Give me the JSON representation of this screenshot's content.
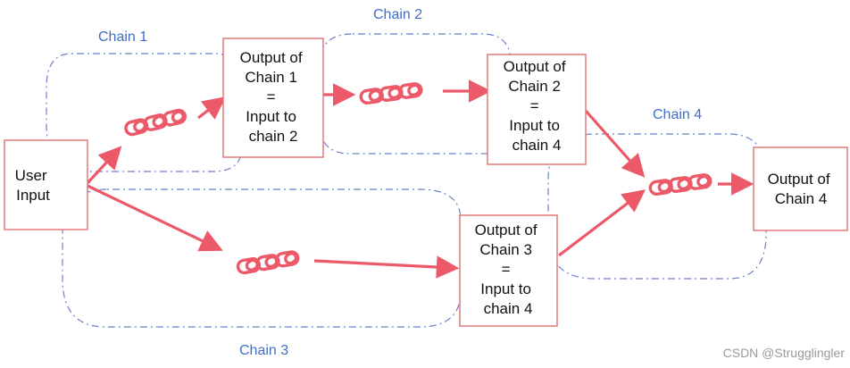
{
  "chain_labels": {
    "chain1": "Chain 1",
    "chain2": "Chain 2",
    "chain3": "Chain 3",
    "chain4": "Chain 4"
  },
  "boxes": {
    "user_input": [
      "User",
      "Input"
    ],
    "output1": [
      "Output of",
      "Chain 1",
      "=",
      "Input to",
      "chain 2"
    ],
    "output2": [
      "Output of",
      "Chain 2",
      "=",
      "Input to",
      "chain 4"
    ],
    "output3": [
      "Output of",
      "Chain 3",
      "=",
      "Input to",
      "chain 4"
    ],
    "output4": [
      "Output of",
      "Chain 4"
    ]
  },
  "colors": {
    "accent": "#ec5a6a",
    "box_border": "#e07a7a",
    "chain_label": "#3f6fc6",
    "dotted_outline": "#6b7fd0"
  },
  "icons": [
    "chain-link-icon"
  ],
  "watermark": "CSDN @Strugglingler"
}
